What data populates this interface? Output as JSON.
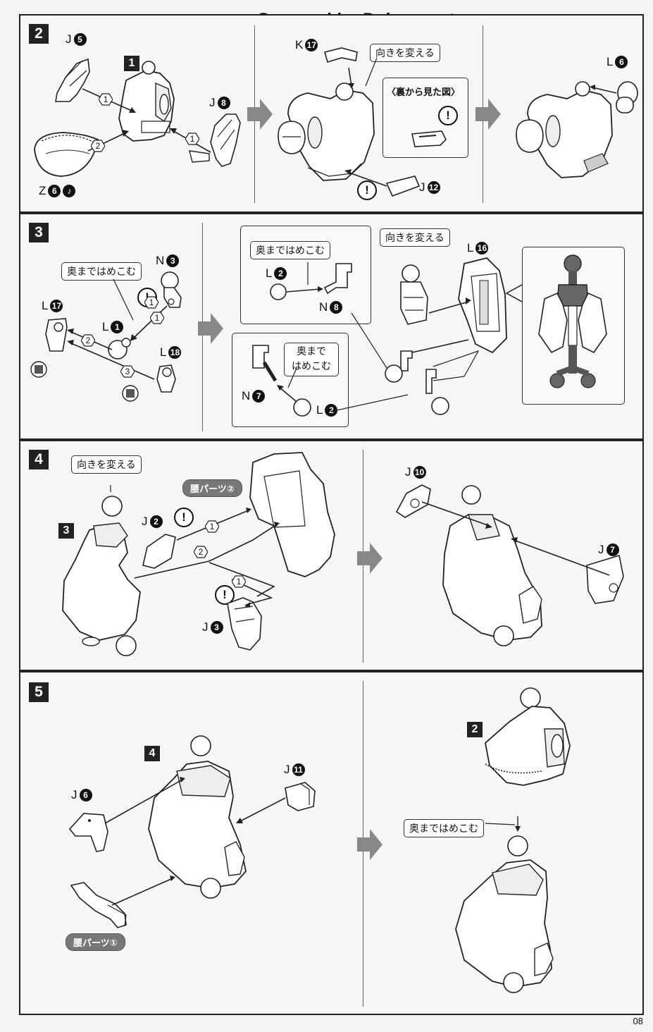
{
  "header": {
    "watermark": "Scanned by Dalong.net"
  },
  "footer": {
    "page_number": "08"
  },
  "labels": {
    "change_direction": "向きを変える",
    "push_all_the_way": "奥まではめこむ",
    "push_all_the_way_split": [
      "奥まで",
      "はめこむ"
    ],
    "back_view": "〈裏から見た図〉",
    "waist_part_2": "腰パーツ②",
    "waist_part_1": "腰パーツ①",
    "caution": "!"
  },
  "steps": [
    {
      "number": "2",
      "ref": "1",
      "parts": [
        {
          "letter": "J",
          "num": "5"
        },
        {
          "letter": "J",
          "num": "8"
        },
        {
          "letter": "Z",
          "num": "6"
        },
        {
          "letter": "K",
          "num": "17"
        },
        {
          "letter": "J",
          "num": "12"
        },
        {
          "letter": "L",
          "num": "6"
        }
      ],
      "sequence": [
        "1",
        "1",
        "2"
      ]
    },
    {
      "number": "3",
      "parts": [
        {
          "letter": "N",
          "num": "3"
        },
        {
          "letter": "L",
          "num": "17"
        },
        {
          "letter": "L",
          "num": "1"
        },
        {
          "letter": "L",
          "num": "18"
        },
        {
          "letter": "L",
          "num": "2"
        },
        {
          "letter": "N",
          "num": "8"
        },
        {
          "letter": "N",
          "num": "7"
        },
        {
          "letter": "L",
          "num": "2"
        },
        {
          "letter": "L",
          "num": "16"
        }
      ],
      "sequence": [
        "1",
        "1",
        "2",
        "3"
      ]
    },
    {
      "number": "4",
      "ref": "3",
      "parts": [
        {
          "letter": "J",
          "num": "2"
        },
        {
          "letter": "J",
          "num": "3"
        },
        {
          "letter": "J",
          "num": "10"
        },
        {
          "letter": "J",
          "num": "7"
        }
      ],
      "sequence": [
        "1",
        "2",
        "1"
      ]
    },
    {
      "number": "5",
      "ref": "4",
      "ref2": "2",
      "parts": [
        {
          "letter": "J",
          "num": "6"
        },
        {
          "letter": "J",
          "num": "11"
        }
      ]
    }
  ]
}
